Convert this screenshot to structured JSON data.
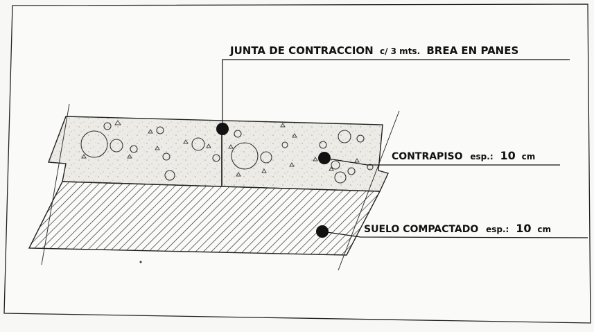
{
  "diagram": {
    "labels": {
      "junta": {
        "main": "JUNTA DE CONTRACCION",
        "mid": "c/ 3 mts.",
        "end": "BREA EN PANES"
      },
      "contrapiso": {
        "name": "CONTRAPISO",
        "esp": "esp.:",
        "value": "10",
        "unit": "cm"
      },
      "suelo": {
        "name": "SUELO COMPACTADO",
        "esp": "esp.:",
        "value": "10",
        "unit": "cm"
      }
    },
    "colors": {
      "ink": "#111111",
      "background": "#f7f7f5",
      "concrete": "#ecebe6"
    }
  }
}
